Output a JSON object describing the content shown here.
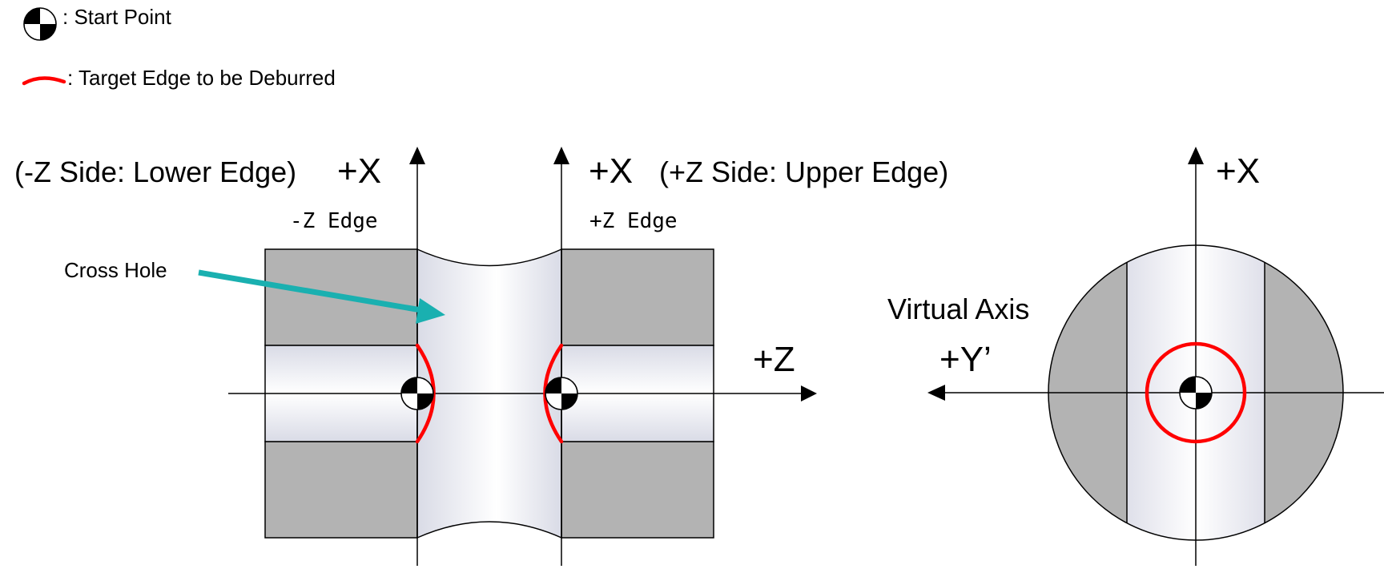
{
  "legend": {
    "start_point": ": Start Point",
    "target_edge": ": Target Edge to be Deburred"
  },
  "side_view": {
    "left_heading_prefix": "(-Z Side: Lower Edge)",
    "left_axis": "+X",
    "right_axis": "+X",
    "right_heading_suffix": "(+Z Side: Upper Edge)",
    "minus_z_edge": "-Z Edge",
    "plus_z_edge": "+Z Edge",
    "cross_hole": "Cross Hole",
    "z_axis": "+Z"
  },
  "end_view": {
    "x_axis": "+X",
    "virtual_axis": "Virtual Axis",
    "y_axis": "+Y’"
  },
  "colors": {
    "block_gray": "#b3b3b3",
    "edge_red": "#ff0000",
    "arrow_teal": "#1ab0b0",
    "axis_black": "#000000"
  }
}
